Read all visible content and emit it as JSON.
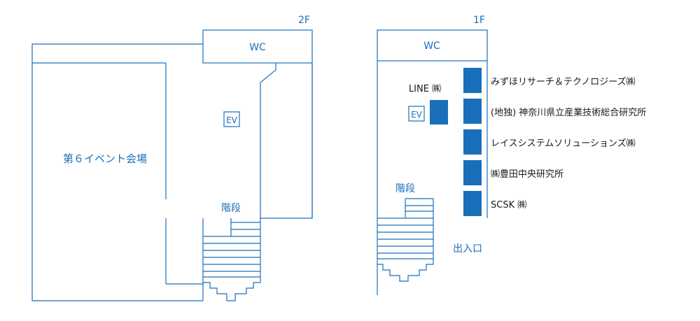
{
  "floor2": {
    "label": "2F",
    "wc": "WC",
    "elevator": "EV",
    "stairs": "階段",
    "event_hall": "第６イベント会場"
  },
  "floor1": {
    "label": "1F",
    "wc": "WC",
    "elevator": "EV",
    "stairs": "階段",
    "entrance": "出入口",
    "line_booth": "LINE ㈱",
    "exhibitors": [
      "みずほリサーチ＆テクノロジーズ㈱",
      "(地独) 神奈川県立産業技術総合研究所",
      "レイスシステムソリューションズ㈱",
      "㈱豊田中央研究所",
      "SCSK ㈱"
    ]
  },
  "colors": {
    "accent": "#1a6fba",
    "text": "#1a1a1a"
  }
}
